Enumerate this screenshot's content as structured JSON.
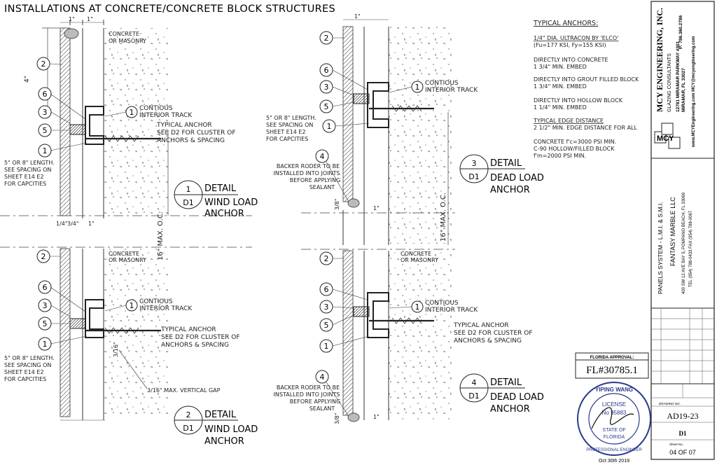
{
  "title": "INSTALLATIONS AT CONCRETE/CONCRETE BLOCK STRUCTURES",
  "labels": {
    "concrete_or_masonry": [
      "CONCRETE",
      "OR MASONRY"
    ],
    "track": [
      "CONTIOUS",
      "INTERIOR TRACK"
    ],
    "typ_anchor_1": [
      "TYPICAL ANCHOR",
      "SEE D2 FOR CLUSTER OF",
      "ANCHORS & SPACING"
    ],
    "typ_anchor_2": [
      "TYPICAL ANCHOR",
      "SEE D2 FOR CLUSTER OF",
      "ANCHORS & SPACING"
    ],
    "length_note": [
      "5\" OR 8\" LENGTH.",
      "SEE SPACING ON",
      "SHEET E14 E2",
      "FOR CAPCITIES"
    ],
    "backer_rod": [
      "BACKER RODER TO BE",
      "INSTALLED INTO JOINTS",
      "BEFORE APPLYING",
      "SEALANT"
    ],
    "vertical_gap": "3/16\" MAX. VERTICAL GAP",
    "dim_4": "4\"",
    "dim_1": "1\"",
    "dim_14": "1/4\"",
    "dim_34": "3/4\"",
    "dim_38": "3/8\"",
    "dim_316": "3/16\"",
    "max_oc": "16\" MAX. O.C."
  },
  "callouts": [
    "1",
    "2",
    "3",
    "4",
    "5",
    "6"
  ],
  "details": [
    {
      "num": "1",
      "sheet": "D1",
      "label": "DETAIL",
      "desc": [
        "WIND LOAD",
        "ANCHOR"
      ]
    },
    {
      "num": "2",
      "sheet": "D1",
      "label": "DETAIL",
      "desc": [
        "WIND LOAD",
        "ANCHOR"
      ]
    },
    {
      "num": "3",
      "sheet": "D1",
      "label": "DETAIL",
      "desc": [
        "DEAD LOAD",
        "ANCHOR"
      ]
    },
    {
      "num": "4",
      "sheet": "D1",
      "label": "DETAIL",
      "desc": [
        "DEAD LOAD",
        "ANCHOR"
      ]
    }
  ],
  "notes": {
    "heading": "TYPICAL ANCHORS:",
    "anchor_type": "1/4\" DIA. ULTRACON BY 'ELCO'",
    "anchor_spec": "(Fu=177 KSI, Fy=155 KSI)",
    "concrete_hdr": "DIRECTLY INTO CONCRETE",
    "concrete_embed": "1 3/4\" MIN. EMBED",
    "grout_hdr": "DIRECTLY INTO GROUT FILLED BLOCK",
    "grout_embed": "1 3/4\" MIN. EMBED",
    "hollow_hdr": "DIRECTLY INTO HOLLOW BLOCK",
    "hollow_embed": "1 1/4\" MIN. EMBED",
    "edge_hdr": "TYPICAL EDGE DISTANCE",
    "edge_val": "2 1/2\" MIN. EDGE DISTANCE FOR ALL",
    "conc1": "CONCRETE f'c=3000 PSI MIN.",
    "conc2": "C-90 HOLLOW/FILLED BLOCK",
    "conc3": "f'm=2000 PSI MIN."
  },
  "title_block": {
    "firm": "MCY ENGINEERING, INC.",
    "firm_sub": "GLAZING CONSULTANTS",
    "addr1": "12781 MIRAMAR PARKWAY #301",
    "addr2": "MIRAMAR, FL 33027",
    "phone": "P: 786.360.2786",
    "web": "www.MCYEngineering.com   MCY@mcyengineering.com",
    "logo": "MCY",
    "project": "PANELS SYSTEM - L.M.I. & S.M.I.",
    "client": "FANTASY MARBLE LLC",
    "client_addr": "400 SW 12 AVE BAY 5, POMPANO BEACH, FL 33069",
    "client_tel": "TEL (954) 788-0433   FAX (954) 788-0067",
    "approval_hdr": "FLORIDA APPROVAL:",
    "approval_no": "FL#30785.1",
    "drawing_no_lbl": "DRAWING NO.",
    "drawing_no": "AD19-23",
    "sheet_code": "D1",
    "sheet_no_lbl": "Sheet No.",
    "sheet_no": "04 OF 07",
    "seal_top": "YIPING WANG",
    "seal_license": "LICENSE",
    "seal_no": "No 95883",
    "seal_state": "STATE OF",
    "seal_fl": "FLORIDA",
    "seal_bottom": "PROFESSIONAL ENGINEER",
    "date": "Oct 30th 2019"
  }
}
